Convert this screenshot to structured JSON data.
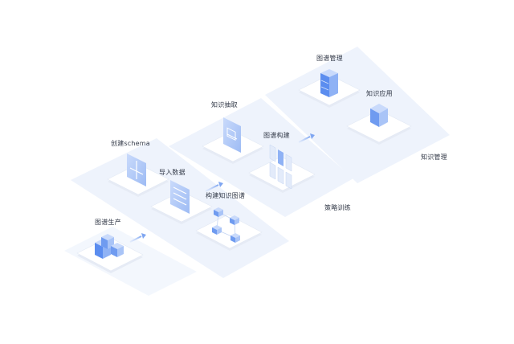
{
  "labels": {
    "map_mgmt": "图谱管理",
    "knowledge_app": "知识应用",
    "knowledge_mgmt": "知识管理",
    "knowledge_extract": "知识抽取",
    "map_build": "图谱构建",
    "strategy_training": "策略训练",
    "create_schema": "创建schema",
    "import_data": "导入数据",
    "build_kg": "构建知识图谱",
    "map_production": "图谱生产"
  },
  "colors": {
    "platform": "#eef3fc",
    "tile_top": "#ffffff",
    "tile_side": "#e6ebf5",
    "accent": "#5b8def",
    "accent_light": "#a9c4f7",
    "accent_pale": "#cfdefb",
    "text": "#333a48"
  }
}
